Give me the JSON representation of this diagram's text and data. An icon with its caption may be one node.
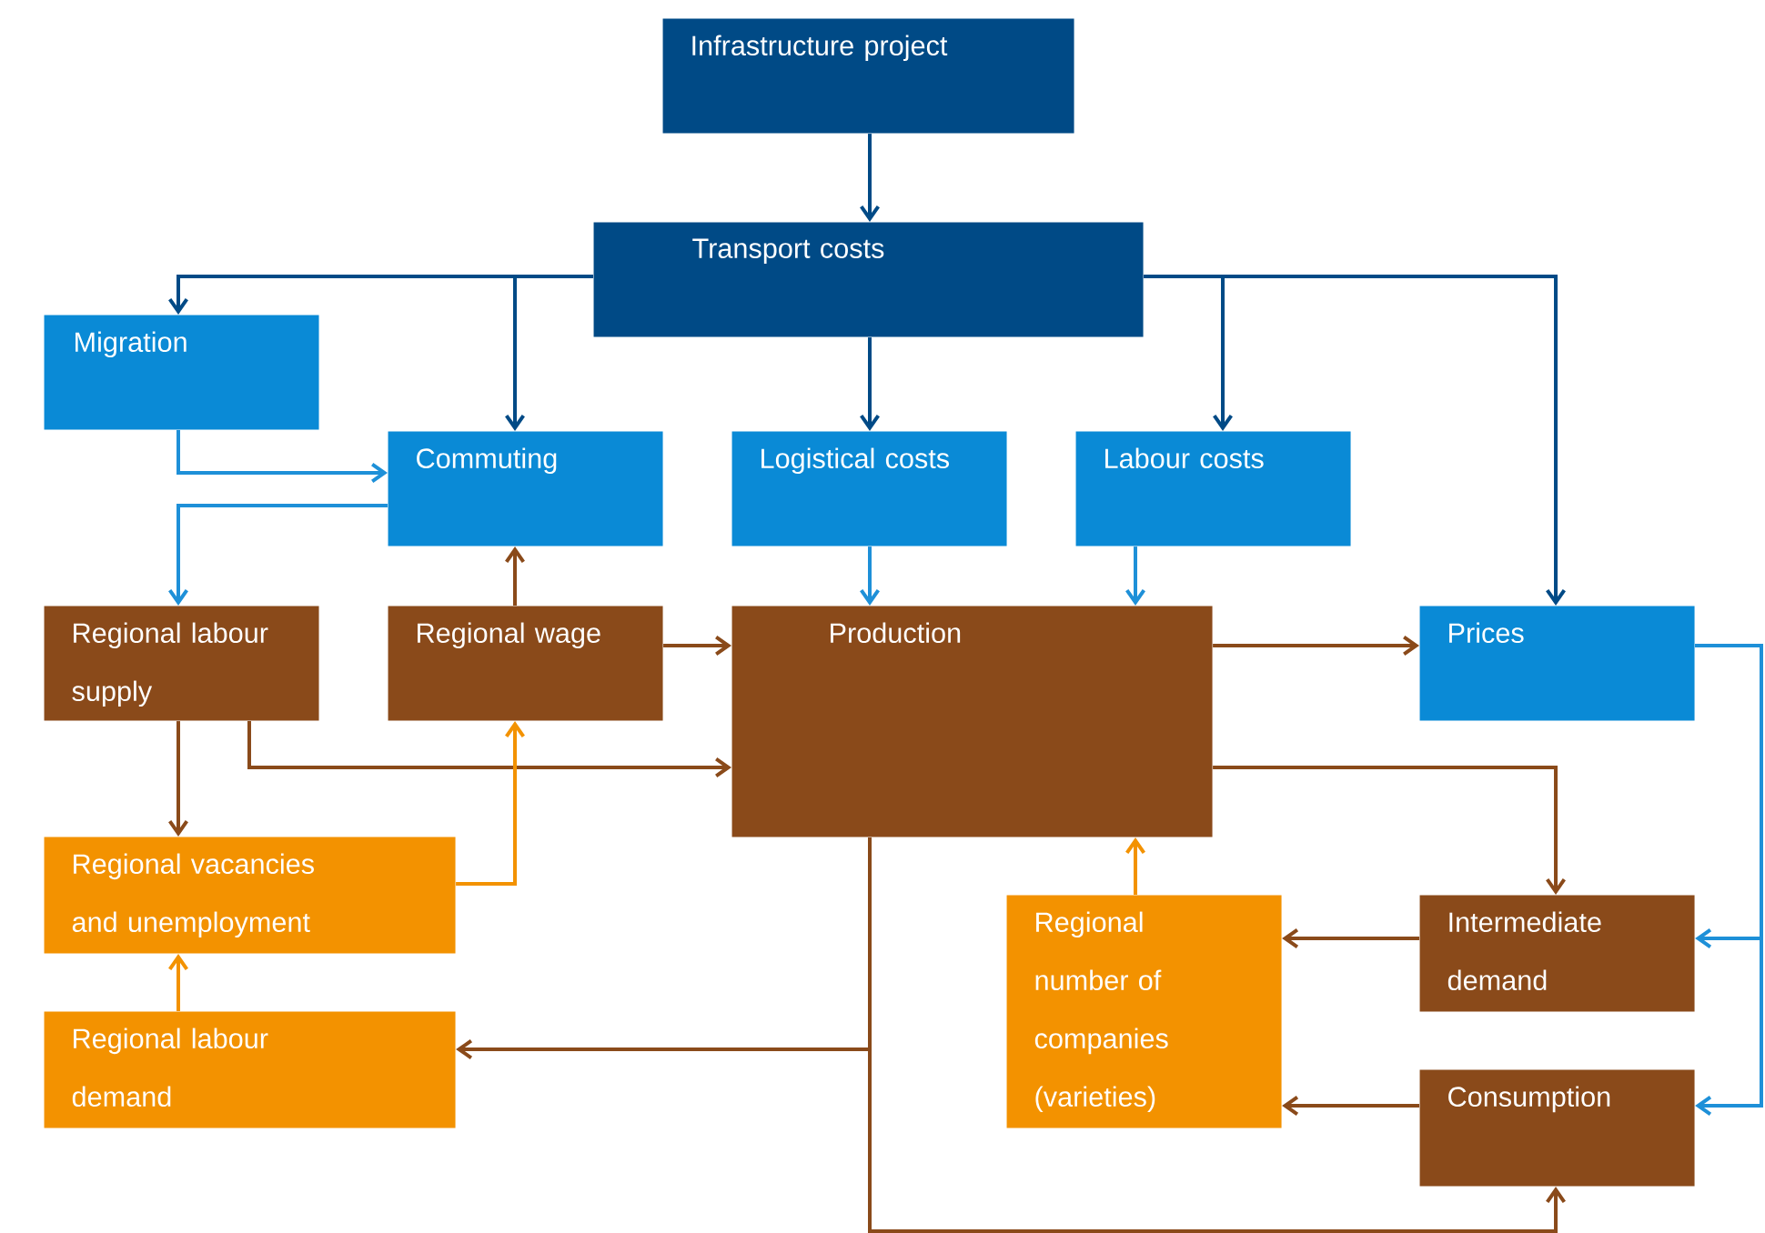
{
  "diagram": {
    "nodes": [
      {
        "text": [
          "Infrastructure project"
        ]
      },
      {
        "text": [
          "Transport costs"
        ]
      },
      {
        "text": [
          "Migration"
        ]
      },
      {
        "text": [
          "Commuting"
        ]
      },
      {
        "text": [
          "Logistical costs"
        ]
      },
      {
        "text": [
          "Labour costs"
        ]
      },
      {
        "text": [
          "Regional labour supply"
        ]
      },
      {
        "text": [
          "Regional wage"
        ]
      },
      {
        "text": [
          "Production"
        ]
      },
      {
        "text": [
          "Prices"
        ]
      },
      {
        "text": [
          "Regional vacancies and unemployment"
        ]
      },
      {
        "text": [
          "Regional labour demand"
        ]
      },
      {
        "text": [
          "Regional number of companies (varieties)"
        ]
      },
      {
        "text": [
          "Intermediate demand"
        ]
      },
      {
        "text": [
          "Consumption"
        ]
      }
    ],
    "edges": [
      {
        "from": 0,
        "to": 1,
        "arrow": "to",
        "color": "#004a86"
      },
      {
        "from": 1,
        "to": 2,
        "arrow": "to",
        "color": "#004a86"
      },
      {
        "from": 1,
        "to": 3,
        "arrow": "to",
        "color": "#004a86"
      },
      {
        "from": 1,
        "to": 4,
        "arrow": "to",
        "color": "#004a86"
      },
      {
        "from": 1,
        "to": 5,
        "arrow": "to",
        "color": "#004a86"
      },
      {
        "from": 1,
        "to": 9,
        "arrow": "to",
        "color": "#004a86"
      },
      {
        "from": 2,
        "to": 3,
        "arrow": "to",
        "color": "#1e90d8"
      },
      {
        "from": 3,
        "to": 6,
        "arrow": "to",
        "color": "#1e90d8"
      },
      {
        "from": 4,
        "to": 8,
        "arrow": "to",
        "color": "#1e90d8"
      },
      {
        "from": 5,
        "to": 8,
        "arrow": "to",
        "color": "#1e90d8"
      },
      {
        "from": 7,
        "to": 3,
        "arrow": "to"
      },
      {
        "from": 7,
        "to": 8,
        "arrow": "to"
      },
      {
        "from": 6,
        "to": 8,
        "arrow": "to"
      },
      {
        "from": 6,
        "to": 10,
        "arrow": "to"
      },
      {
        "from": 10,
        "to": 7,
        "arrow": "to",
        "color": "#f39200"
      },
      {
        "from": 11,
        "to": 10,
        "arrow": "to",
        "color": "#f39200"
      },
      {
        "from": 12,
        "to": 8,
        "arrow": "to",
        "color": "#f39200"
      },
      {
        "from": 8,
        "to": 9,
        "arrow": "to"
      },
      {
        "from": 8,
        "to": 13,
        "arrow": "to"
      },
      {
        "from": 8,
        "to": 11,
        "arrow": "to"
      },
      {
        "from": 8,
        "to": 14,
        "arrow": "to"
      },
      {
        "from": 13,
        "to": 12,
        "arrow": "to"
      },
      {
        "from": 14,
        "to": 12,
        "arrow": "to"
      },
      {
        "from": 9,
        "to": 13,
        "arrow": "to",
        "color": "#1e90d8"
      },
      {
        "from": 9,
        "to": 14,
        "arrow": "to",
        "color": "#1e90d8"
      }
    ]
  }
}
